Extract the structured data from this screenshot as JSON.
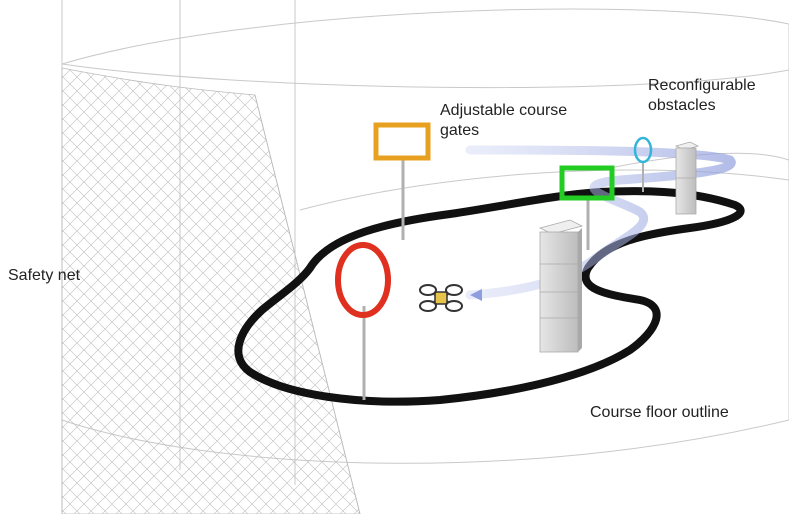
{
  "labels": {
    "gates": [
      "Adjustable course",
      "gates"
    ],
    "obstacles": [
      "Reconfigurable",
      "obstacles"
    ],
    "safety_net": "Safety net",
    "floor_outline": "Course floor outline"
  },
  "colors": {
    "gate_orange": "#e8a020",
    "gate_green": "#22cc22",
    "gate_cyan": "#33b5d8",
    "ring_red": "#e03020",
    "track": "#111111",
    "obstacle": "#cfcfcf",
    "path_trail": "#9aa8e0",
    "net": "#b8b8b8"
  },
  "icons": {
    "drone": "quadcopter-icon"
  }
}
